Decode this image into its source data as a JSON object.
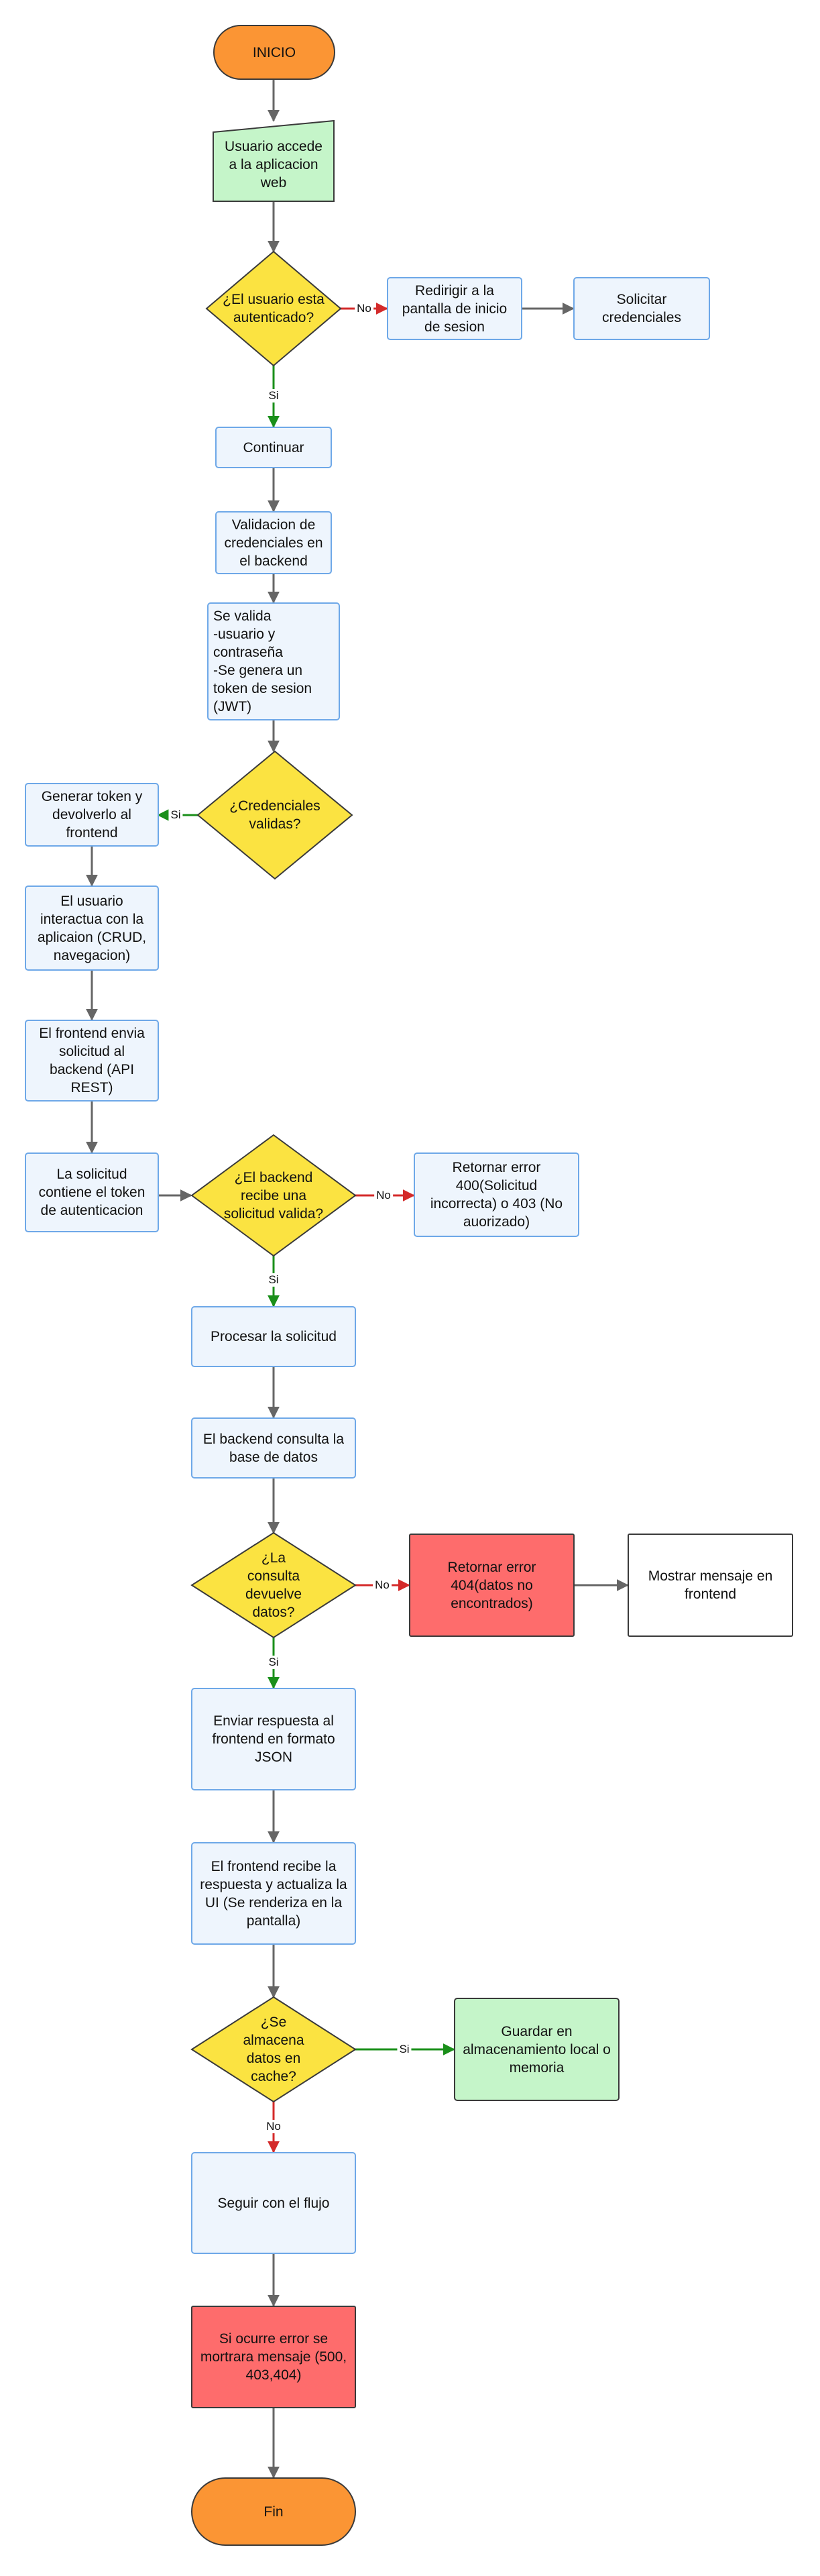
{
  "colors": {
    "terminal": "#fb9534",
    "process": "#eef5fd",
    "process_border": "#6ea8e8",
    "decision": "#fbe341",
    "decision_border": "#3a3a3a",
    "input": "#c5f5c9",
    "input_border": "#3a3a3a",
    "success": "#c5f5c9",
    "error": "#fe6c6c",
    "error_border": "#3a3a3a",
    "plain": "#ffffff",
    "yes_edge": "#1a8f1a",
    "no_edge": "#d42a2a",
    "edge": "#666666"
  },
  "nodes": {
    "inicio": "INICIO",
    "accede": "Usuario accede a la aplicacion web",
    "autenticado": "¿El usuario esta autenticado?",
    "redirigir": "Redirigir a la pantalla de inicio de sesion",
    "solicitar": "Solicitar credenciales",
    "continuar": "Continuar",
    "validacion": "Validacion de credenciales en el backend",
    "se_valida": "Se valida\n-usuario y contraseña\n-Se genera un token de sesion (JWT)",
    "cred_validas": "¿Credenciales validas?",
    "generar_token": "Generar token y devolverlo al frontend",
    "interactua": "El usuario interactua con la aplicaion (CRUD, navegacion)",
    "frontend_envia": "El frontend envia solicitud al backend (API REST)",
    "solicitud_token": "La solicitud contiene el token de autenticacion",
    "backend_recibe": "¿El backend recibe una solicitud valida?",
    "error_400": "Retornar error 400(Solicitud incorrecta) o 403 (No auorizado)",
    "procesar": "Procesar la solicitud",
    "consulta_bd": "El backend consulta la base de datos",
    "devuelve_datos": "¿La consulta devuelve datos?",
    "error_404": "Retornar error 404(datos no encontrados)",
    "mostrar_mensaje": "Mostrar mensaje en frontend",
    "enviar_json": "Enviar respuesta al frontend en formato JSON",
    "frontend_recibe": "El frontend recibe la respuesta y actualiza la UI (Se renderiza en la pantalla)",
    "cache": "¿Se almacena datos en cache?",
    "guardar": "Guardar en almacenamiento local o memoria",
    "seguir": "Seguir con el flujo",
    "si_error": "Si ocurre error se mortrara mensaje (500, 403,404)",
    "fin": "Fin"
  },
  "labels": {
    "no": "No",
    "si": "Si"
  }
}
